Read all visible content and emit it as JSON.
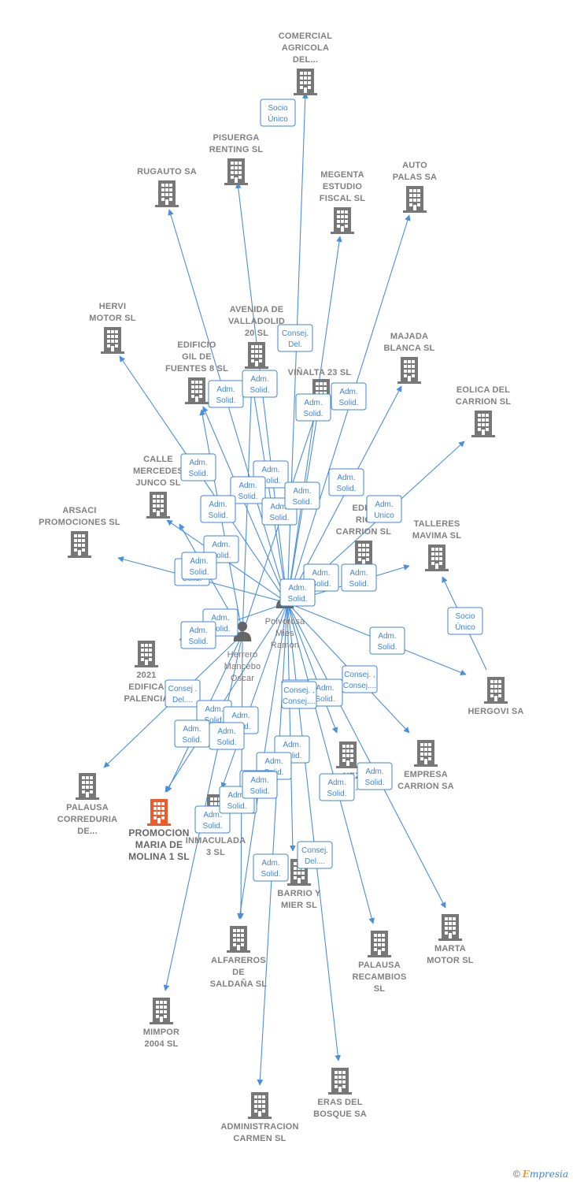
{
  "colors": {
    "edge": "#4a8ee0",
    "building": "#777777",
    "building_focus": "#f05a28",
    "label": "#808080"
  },
  "center_person": {
    "lines": [
      "Polvorosa",
      "Mies",
      "Ramon"
    ],
    "icon": "person-icon"
  },
  "second_person": {
    "lines": [
      "Herrero",
      "Mancebo",
      "Oscar"
    ],
    "icon": "person-icon"
  },
  "nodes": [
    {
      "id": "comercial",
      "lines": [
        "COMERCIAL",
        "AGRICOLA",
        "DEL..."
      ],
      "icon": "building-icon"
    },
    {
      "id": "pisuerga",
      "lines": [
        "PISUERGA",
        "RENTING  SL"
      ],
      "icon": "building-icon"
    },
    {
      "id": "rugauto",
      "lines": [
        "RUGAUTO SA"
      ],
      "icon": "building-icon"
    },
    {
      "id": "megenta",
      "lines": [
        "MEGENTA",
        "ESTUDIO",
        "FISCAL  SL"
      ],
      "icon": "building-icon"
    },
    {
      "id": "autopalas",
      "lines": [
        "AUTO",
        "PALAS SA"
      ],
      "icon": "building-icon"
    },
    {
      "id": "hervi",
      "lines": [
        "HERVI",
        "MOTOR  SL"
      ],
      "icon": "building-icon"
    },
    {
      "id": "avenida",
      "lines": [
        "AVENIDA DE",
        "VALLADOLID",
        "20  SL"
      ],
      "icon": "building-icon"
    },
    {
      "id": "edificiogil",
      "lines": [
        "EDIFICIO",
        "GIL DE",
        "FUENTES 8  SL"
      ],
      "icon": "building-icon"
    },
    {
      "id": "vinalta",
      "lines": [
        "VIÑALTA 23  SL"
      ],
      "icon": "building-icon"
    },
    {
      "id": "majada",
      "lines": [
        "MAJADA",
        "BLANCA  SL"
      ],
      "icon": "building-icon"
    },
    {
      "id": "eolica",
      "lines": [
        "EOLICA DEL",
        "CARRION SL"
      ],
      "icon": "building-icon"
    },
    {
      "id": "calle",
      "lines": [
        "CALLE",
        "MERCEDES",
        "JUNCO  SL"
      ],
      "icon": "building-icon"
    },
    {
      "id": "arsaci",
      "lines": [
        "ARSACI",
        "PROMOCIONES SL"
      ],
      "icon": "building-icon"
    },
    {
      "id": "edificiorio",
      "lines": [
        "EDIFI",
        "RIO",
        "CARRION  SL"
      ],
      "icon": "building-icon"
    },
    {
      "id": "talleres",
      "lines": [
        "TALLERES",
        "MAVIMA SL"
      ],
      "icon": "building-icon"
    },
    {
      "id": "hergovi",
      "lines": [
        "HERGOVI SA"
      ],
      "icon": "building-icon"
    },
    {
      "id": "edif2021",
      "lines": [
        "2021",
        "EDIFICA",
        "PALENCIA"
      ],
      "icon": "building-icon"
    },
    {
      "id": "empresa",
      "lines": [
        "EMPRESA",
        "CARRION SA"
      ],
      "icon": "building-icon"
    },
    {
      "id": "palausacorr",
      "lines": [
        "PALAUSA",
        "CORREDURIA",
        "DE..."
      ],
      "icon": "building-icon"
    },
    {
      "id": "promocion",
      "lines": [
        "PROMOCION",
        "MARIA DE",
        "MOLINA 1  SL"
      ],
      "icon": "building-icon",
      "focus": true
    },
    {
      "id": "plaza",
      "lines": [
        "PLAZA",
        "INMACULADA",
        "3  SL"
      ],
      "icon": "building-icon"
    },
    {
      "id": "middle",
      "lines": [
        "...NEZ",
        "DE..."
      ],
      "icon": "building-icon"
    },
    {
      "id": "barrio",
      "lines": [
        "BARRIO Y",
        "MIER  SL"
      ],
      "icon": "building-icon"
    },
    {
      "id": "marta",
      "lines": [
        "MARTA",
        "MOTOR  SL"
      ],
      "icon": "building-icon"
    },
    {
      "id": "alfareros",
      "lines": [
        "ALFAREROS",
        "DE",
        "SALDAÑA  SL"
      ],
      "icon": "building-icon"
    },
    {
      "id": "palausarec",
      "lines": [
        "PALAUSA",
        "RECAMBIOS",
        "SL"
      ],
      "icon": "building-icon"
    },
    {
      "id": "mimpor",
      "lines": [
        "MIMPOR",
        "2004 SL"
      ],
      "icon": "building-icon"
    },
    {
      "id": "eras",
      "lines": [
        "ERAS DEL",
        "BOSQUE SA"
      ],
      "icon": "building-icon"
    },
    {
      "id": "administracion",
      "lines": [
        "ADMINISTRACION",
        "CARMEN SL"
      ],
      "icon": "building-icon"
    }
  ],
  "edge_labels": [
    {
      "lines": [
        "Socio",
        "Único"
      ]
    },
    {
      "lines": [
        "Consej.",
        "Del."
      ]
    },
    {
      "lines": [
        "Adm.",
        "Solid."
      ]
    },
    {
      "lines": [
        "Adm.",
        "Solid."
      ]
    },
    {
      "lines": [
        "Adm.",
        "Solid."
      ]
    },
    {
      "lines": [
        "Adm.",
        "Solid."
      ]
    },
    {
      "lines": [
        "Adm.",
        "Solid."
      ]
    },
    {
      "lines": [
        "Adm.",
        "Solid."
      ]
    },
    {
      "lines": [
        "Adm.",
        "Solid."
      ]
    },
    {
      "lines": [
        "Adm.",
        "Solid."
      ]
    },
    {
      "lines": [
        "Adm.",
        "Solid."
      ]
    },
    {
      "lines": [
        "Adm.",
        "Solid."
      ]
    },
    {
      "lines": [
        "Adm.",
        "Unico"
      ]
    },
    {
      "lines": [
        "Adm.",
        "Solid."
      ]
    },
    {
      "lines": [
        "Adm.",
        "Solid."
      ]
    },
    {
      "lines": [
        "Adm.",
        "Solid."
      ]
    },
    {
      "lines": [
        "Adm.",
        "Solid."
      ]
    },
    {
      "lines": [
        "Adm.",
        "Solid."
      ]
    },
    {
      "lines": [
        "Adm.",
        "Solid."
      ]
    },
    {
      "lines": [
        "Adm.",
        "Solid."
      ]
    },
    {
      "lines": [
        "Adm.",
        "Solid."
      ]
    },
    {
      "lines": [
        "Socio",
        "Único"
      ]
    },
    {
      "lines": [
        "Adm.",
        "Solid."
      ]
    },
    {
      "lines": [
        "Adm.",
        "Solid."
      ]
    },
    {
      "lines": [
        "Consej. ,",
        "Consej...."
      ]
    },
    {
      "lines": [
        "Consej .",
        "Del...."
      ]
    },
    {
      "lines": [
        "Adm.",
        "Solid."
      ]
    },
    {
      "lines": [
        "Adm.",
        "Solid."
      ]
    },
    {
      "lines": [
        "Adm.",
        "Solid."
      ]
    },
    {
      "lines": [
        "Adm.",
        "Solid."
      ]
    },
    {
      "lines": [
        "Adm.",
        "Solid."
      ]
    },
    {
      "lines": [
        "Adm.",
        "Solid."
      ]
    },
    {
      "lines": [
        "Adm.",
        "Solid."
      ]
    },
    {
      "lines": [
        "Adm.",
        "Solid."
      ]
    },
    {
      "lines": [
        "Adm.",
        "Solid."
      ]
    },
    {
      "lines": [
        "Adm.",
        "Solid."
      ]
    },
    {
      "lines": [
        "Adm.",
        "Solid."
      ]
    },
    {
      "lines": [
        "Adm.",
        "Solid."
      ]
    },
    {
      "lines": [
        "Adm.",
        "Solid."
      ]
    },
    {
      "lines": [
        "Consej.",
        "Del...."
      ]
    },
    {
      "lines": [
        "Adm.",
        "Solid."
      ]
    },
    {
      "lines": [
        "Adm.",
        "Solid."
      ]
    },
    {
      "lines": [
        "Consej. ,",
        "Consej...."
      ]
    },
    {
      "lines": [
        "Adm.",
        "Solid."
      ]
    }
  ],
  "brand": {
    "copyright": "©",
    "initial": "E",
    "name": "mpresia"
  }
}
